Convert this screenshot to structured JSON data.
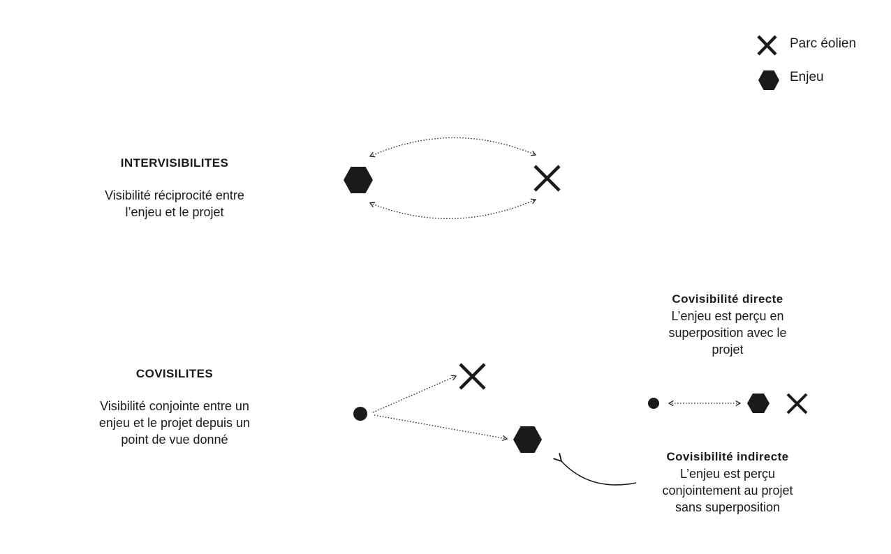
{
  "colors": {
    "ink": "#1a1a1a",
    "background": "#ffffff"
  },
  "legend": {
    "items": [
      {
        "icon": "cross-icon",
        "label": "Parc éolien"
      },
      {
        "icon": "hexagon-icon",
        "label": "Enjeu"
      }
    ]
  },
  "intervisibilites": {
    "title": "INTERVISIBILITES",
    "desc_line1": "Visibilité réciprocité entre",
    "desc_line2": "l’enjeu et le projet"
  },
  "covisilites": {
    "title": "COVISILITES",
    "desc_line1": "Visibilité conjointe entre un",
    "desc_line2": "enjeu et le projet depuis un",
    "desc_line3": "point de vue donné"
  },
  "covisibilite_directe": {
    "title": "Covisibilité directe",
    "desc_line1": "L’enjeu est perçu en",
    "desc_line2": "superposition avec le",
    "desc_line3": "projet"
  },
  "covisibilite_indirecte": {
    "title": "Covisibilité indirecte",
    "desc_line1": "L’enjeu est perçu",
    "desc_line2": "conjointement au projet",
    "desc_line3": "sans superposition"
  }
}
